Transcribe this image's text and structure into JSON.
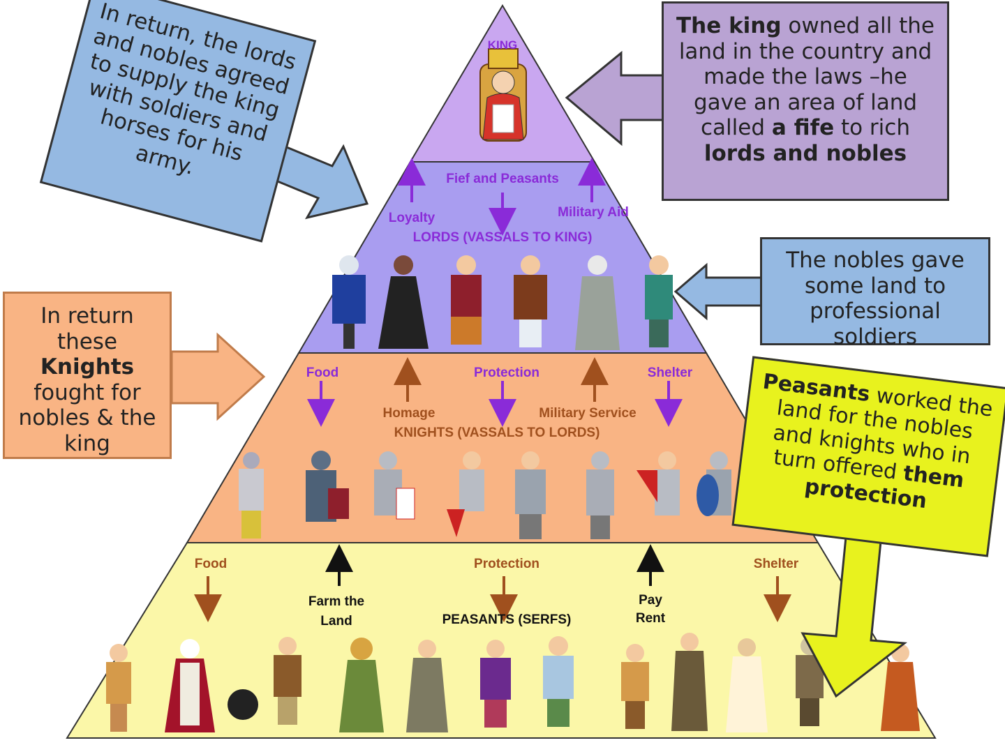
{
  "pyramid": {
    "king_label": "KING",
    "lords": {
      "up_left": "Loyalty",
      "down_center": "Fief and Peasants",
      "up_right": "Military Aid",
      "title": "LORDS (VASSALS TO KING)"
    },
    "knights": {
      "down_left": "Food",
      "down_center": "Protection",
      "down_right": "Shelter",
      "up_left": "Homage",
      "up_right": "Military Service",
      "title": "KNIGHTS (VASSALS TO LORDS)"
    },
    "peasants": {
      "down_left": "Food",
      "down_center": "Protection",
      "down_right": "Shelter",
      "up_left_1": "Farm the",
      "up_left_2": "Land",
      "up_right_1": "Pay",
      "up_right_2": "Rent",
      "title": "PEASANTS (SERFS)"
    }
  },
  "callouts": {
    "king": {
      "b1": "The king",
      "t1": " owned all the land in the country and made the laws –he gave an area of land called ",
      "b2": "a fife",
      "t2": " to rich ",
      "b3": "lords and nobles"
    },
    "nobles": {
      "text": "The nobles gave some land to professional soldiers"
    },
    "knights": {
      "t1": "In return these ",
      "b1": "Knights",
      "t2": " fought for nobles & the king"
    },
    "lords": {
      "text": "In return, the lords and nobles agreed to supply the king with soldiers and horses for his army."
    },
    "peasants": {
      "b1": "Peasants",
      "t1": " worked the land for the nobles and knights who in turn offered ",
      "b2": "them protection"
    }
  },
  "colors": {
    "king_tier": "#c9a7f0",
    "lords_tier": "#a99df0",
    "knights_tier": "#f9b484",
    "peasants_tier": "#fbf7a8",
    "label_purple": "#8a2bd8",
    "label_brown": "#a0501e",
    "king_box": "#b9a3d3",
    "blue_box": "#95b9e2",
    "orange_box": "#f9b484",
    "yellow_box": "#e8f21e"
  }
}
